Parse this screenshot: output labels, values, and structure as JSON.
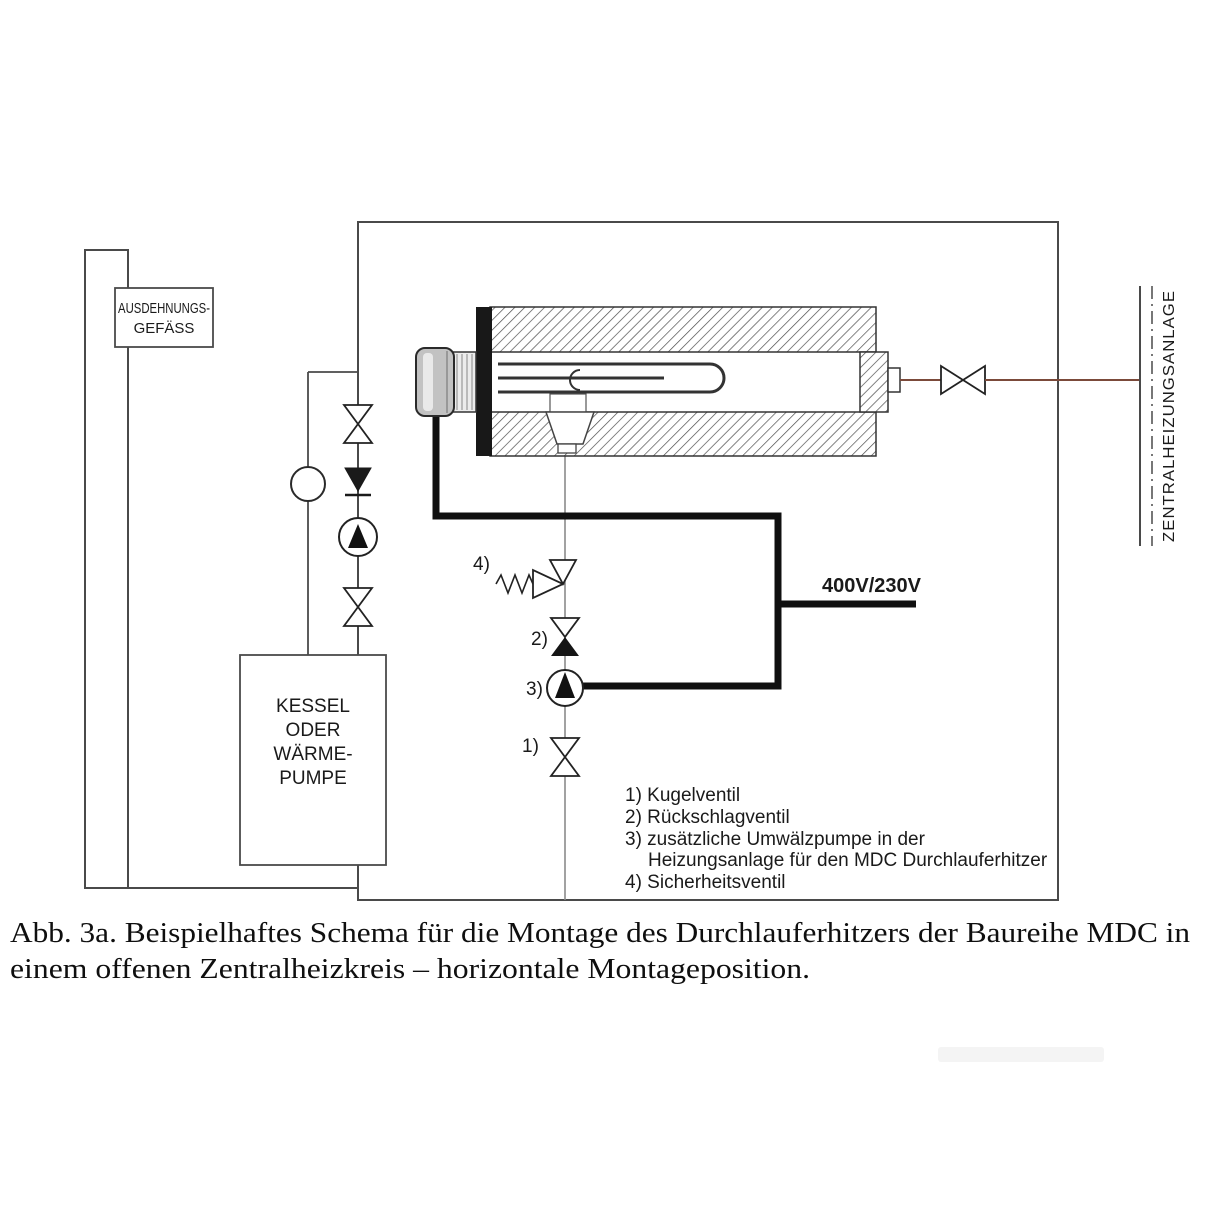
{
  "diagram": {
    "expansion_vessel": {
      "line1": "AUSDEHNUNGS-",
      "line2": "GEFÄSS"
    },
    "boiler": {
      "line1": "KESSEL",
      "line2": "ODER",
      "line3": "WÄRME-",
      "line4": "PUMPE"
    },
    "central_heating_label": "ZENTRALHEIZUNGSANLAGE",
    "power_label": "400V/230V",
    "markers": {
      "ball_valve": "1)",
      "check_valve": "2)",
      "pump": "3)",
      "safety_valve": "4)"
    },
    "legend": {
      "items": [
        "1) Kugelventil",
        "2) Rückschlagventil",
        "3) zusätzliche Umwälzpumpe in der",
        "Heizungsanlage für den MDC Durchlauferhitzer",
        "4) Sicherheitsventil"
      ]
    }
  },
  "caption": {
    "line1": "Abb. 3a. Beispielhaftes Schema für die Montage des Durchlauferhitzers der Baureihe MDC in",
    "line2": "einem offenen Zentralheizkreis – horizontale Montageposition."
  },
  "colors": {
    "line": "#4a4a4a",
    "power_cable": "#101010",
    "flow_pipe": "#7b4a3a"
  }
}
